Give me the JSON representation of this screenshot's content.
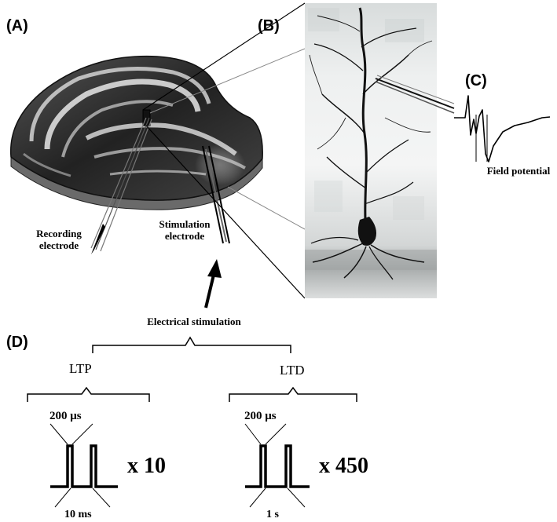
{
  "panels": {
    "a": "(A)",
    "b": "(B)",
    "c": "(C)",
    "d": "(D)"
  },
  "labels": {
    "recording_line1": "Recording",
    "recording_line2": "electrode",
    "stimulation_line1": "Stimulation",
    "stimulation_line2": "electrode",
    "field_potential": "Field potential",
    "electrical_stimulation": "Electrical stimulation"
  },
  "protocols": {
    "ltp": {
      "name": "LTP",
      "pulse_width": "200 μs",
      "interval": "10 ms",
      "repeat": "x 10"
    },
    "ltd": {
      "name": "LTD",
      "pulse_width": "200 μs",
      "interval": "1 s",
      "repeat": "x 450"
    }
  },
  "colors": {
    "ink": "#000000",
    "slice_dark": "#2a2a2a",
    "slice_light": "#d9d9d9",
    "micrograph_bg": "#e6e9e9"
  }
}
